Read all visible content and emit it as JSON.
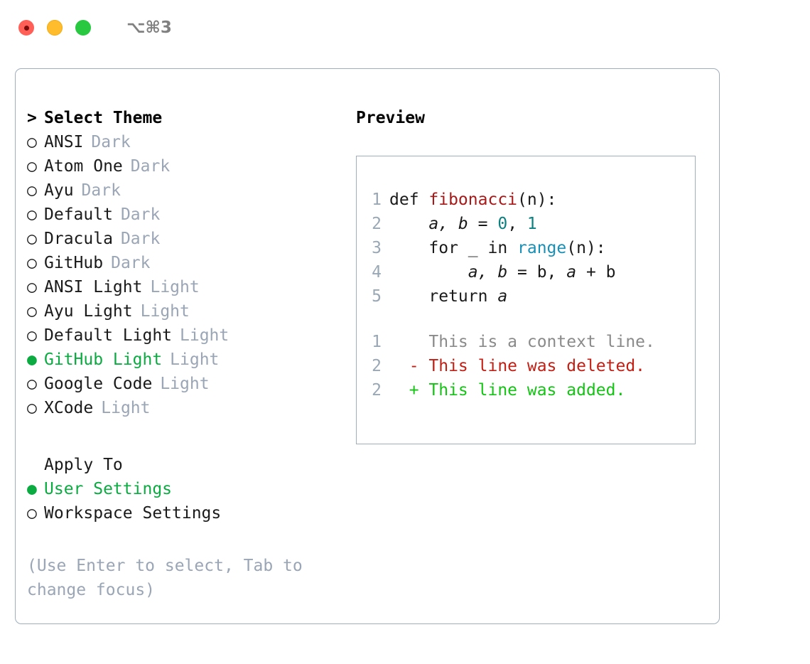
{
  "titlebar": {
    "shortcut": "⌥⌘3",
    "lights": [
      {
        "name": "close",
        "color": "#ff5f57"
      },
      {
        "name": "minimize",
        "color": "#ffbd2e"
      },
      {
        "name": "maximize",
        "color": "#28c840"
      }
    ]
  },
  "colors": {
    "accent_green": "#0bab41",
    "border": "#9fadbd",
    "muted": "#9aa5b5",
    "text": "#1a1a1a",
    "diff_add": "#14c414",
    "diff_del": "#c21f14",
    "code_fn": "#a81919",
    "code_num": "#0d8080",
    "code_call": "#1a8fb5"
  },
  "theme_picker": {
    "heading": "Select Theme",
    "heading_marker": ">",
    "marker_off": "○",
    "marker_on": "●",
    "items": [
      {
        "label": "ANSI",
        "tag": "Dark",
        "selected": false
      },
      {
        "label": "Atom One",
        "tag": "Dark",
        "selected": false
      },
      {
        "label": "Ayu",
        "tag": "Dark",
        "selected": false
      },
      {
        "label": "Default",
        "tag": "Dark",
        "selected": false
      },
      {
        "label": "Dracula",
        "tag": "Dark",
        "selected": false
      },
      {
        "label": "GitHub",
        "tag": "Dark",
        "selected": false
      },
      {
        "label": "ANSI Light",
        "tag": "Light",
        "selected": false
      },
      {
        "label": "Ayu Light",
        "tag": "Light",
        "selected": false
      },
      {
        "label": "Default Light",
        "tag": "Light",
        "selected": false
      },
      {
        "label": "GitHub Light",
        "tag": "Light",
        "selected": true
      },
      {
        "label": "Google Code",
        "tag": "Light",
        "selected": false
      },
      {
        "label": "XCode",
        "tag": "Light",
        "selected": false
      }
    ]
  },
  "apply_to": {
    "heading": "Apply To",
    "options": [
      {
        "label": "User Settings",
        "selected": true
      },
      {
        "label": "Workspace Settings",
        "selected": false
      }
    ]
  },
  "hint": "(Use Enter to select, Tab to change focus)",
  "preview": {
    "title": "Preview",
    "code_lines": [
      {
        "no": "1",
        "tokens": [
          {
            "t": "def ",
            "c": "kw"
          },
          {
            "t": "fibonacci",
            "c": "fn"
          },
          {
            "t": "(n):",
            "c": "plain"
          }
        ]
      },
      {
        "no": "2",
        "tokens": [
          {
            "t": "    ",
            "c": "plain"
          },
          {
            "t": "a, b",
            "c": "var"
          },
          {
            "t": " = ",
            "c": "plain"
          },
          {
            "t": "0",
            "c": "num"
          },
          {
            "t": ", ",
            "c": "plain"
          },
          {
            "t": "1",
            "c": "num"
          }
        ]
      },
      {
        "no": "3",
        "tokens": [
          {
            "t": "    for _ in ",
            "c": "kw"
          },
          {
            "t": "range",
            "c": "call"
          },
          {
            "t": "(n):",
            "c": "plain"
          }
        ]
      },
      {
        "no": "4",
        "tokens": [
          {
            "t": "        ",
            "c": "plain"
          },
          {
            "t": "a, b",
            "c": "var"
          },
          {
            "t": " = b, ",
            "c": "plain"
          },
          {
            "t": "a",
            "c": "var"
          },
          {
            "t": " + b",
            "c": "plain"
          }
        ]
      },
      {
        "no": "5",
        "tokens": [
          {
            "t": "    return ",
            "c": "kw"
          },
          {
            "t": "a",
            "c": "var"
          }
        ]
      }
    ],
    "diff_lines": [
      {
        "no": "1",
        "sign": " ",
        "text": "This is a context line.",
        "kind": "ctx"
      },
      {
        "no": "2",
        "sign": "-",
        "text": "This line was deleted.",
        "kind": "del"
      },
      {
        "no": "2",
        "sign": "+",
        "text": "This line was added.",
        "kind": "add"
      }
    ]
  }
}
